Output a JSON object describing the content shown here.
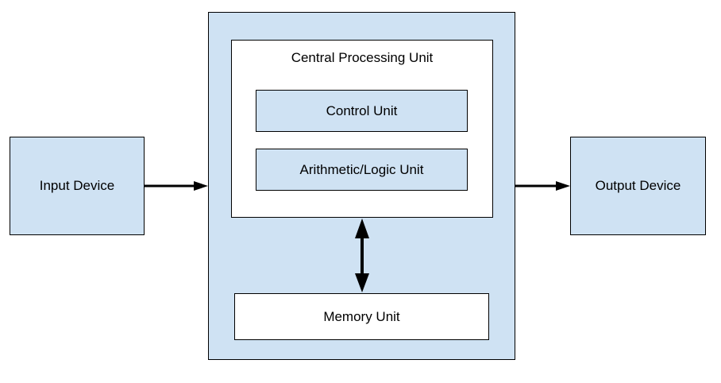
{
  "diagram": {
    "title": "Von Neumann computer architecture block diagram",
    "nodes": {
      "input_device": {
        "label": "Input Device"
      },
      "computer": {
        "label": ""
      },
      "cpu": {
        "label": "Central Processing Unit"
      },
      "control_unit": {
        "label": "Control Unit"
      },
      "alu": {
        "label": "Arithmetic/Logic Unit"
      },
      "memory_unit": {
        "label": "Memory Unit"
      },
      "output_device": {
        "label": "Output Device"
      }
    },
    "edges": [
      {
        "from": "input_device",
        "to": "computer",
        "direction": "forward"
      },
      {
        "from": "cpu",
        "to": "memory_unit",
        "direction": "bidirectional"
      },
      {
        "from": "computer",
        "to": "output_device",
        "direction": "forward"
      }
    ],
    "colors": {
      "box_fill": "#cfe2f3",
      "inner_fill": "#ffffff",
      "stroke": "#000000"
    }
  }
}
